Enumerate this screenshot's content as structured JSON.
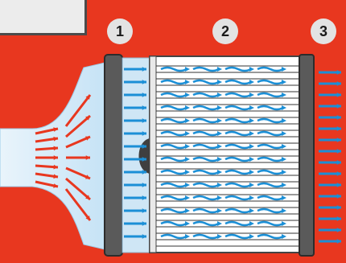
{
  "labels": {
    "stage_1": "1",
    "stage_2": "2",
    "stage_3": "3"
  },
  "colors": {
    "background": "#e8371f",
    "inlet_arrow": "#e8371f",
    "flow_arrow": "#1b8fd6",
    "diffuser": "#dbeef9",
    "frame": "#5a5a5a"
  },
  "icons": {
    "inlet_arrows": "red-arrow-icon",
    "flow_arrows": "blue-arrow-icon",
    "wave_arrows": "wavy-arrow-icon"
  }
}
